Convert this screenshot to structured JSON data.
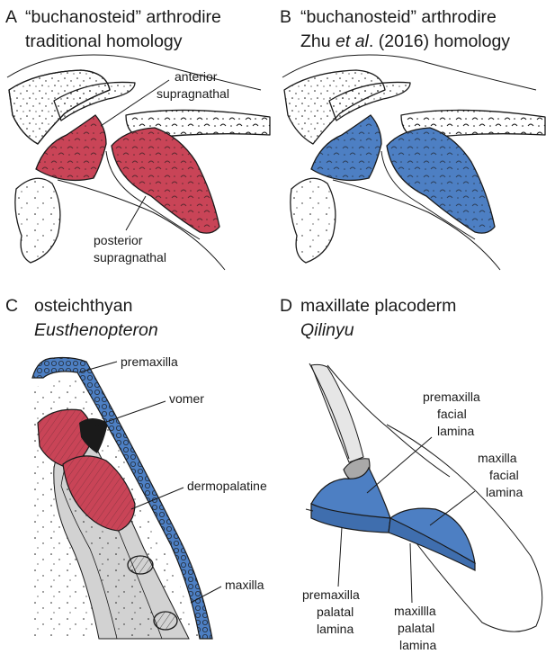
{
  "colors": {
    "red": "#c94457",
    "blue": "#4d7fc3",
    "blue_dark": "#3f6eae",
    "grey": "#d2d2d2",
    "grey_dark": "#a9a9a9",
    "ink": "#1a1a1a"
  },
  "panelA": {
    "letter": "A",
    "title_line1": "“buchanosteid” arthrodire",
    "title_line2": "traditional homology",
    "label_anterior_1": "anterior",
    "label_anterior_2": "supragnathal",
    "label_posterior_1": "posterior",
    "label_posterior_2": "supragnathal"
  },
  "panelB": {
    "letter": "B",
    "title_line1": "“buchanosteid” arthrodire",
    "title_line2_pre": "Zhu ",
    "title_line2_ital": "et al",
    "title_line2_post": ". (2016) homology"
  },
  "panelC": {
    "letter": "C",
    "title_line1": "osteichthyan",
    "title_line2": "Eusthenopteron",
    "label_premaxilla": "premaxilla",
    "label_vomer": "vomer",
    "label_dermopalatine": "dermopalatine",
    "label_maxilla": "maxilla"
  },
  "panelD": {
    "letter": "D",
    "title_line1": "maxillate placoderm",
    "title_line2": "Qilinyu",
    "label_pmx_facial_1": "premaxilla",
    "label_pmx_facial_2": "facial",
    "label_pmx_facial_3": "lamina",
    "label_mx_facial_1": "maxilla",
    "label_mx_facial_2": "facial",
    "label_mx_facial_3": "lamina",
    "label_pmx_palatal_1": "premaxilla",
    "label_pmx_palatal_2": "palatal",
    "label_pmx_palatal_3": "lamina",
    "label_mx_palatal_1": "maxillla",
    "label_mx_palatal_2": "palatal",
    "label_mx_palatal_3": "lamina"
  }
}
